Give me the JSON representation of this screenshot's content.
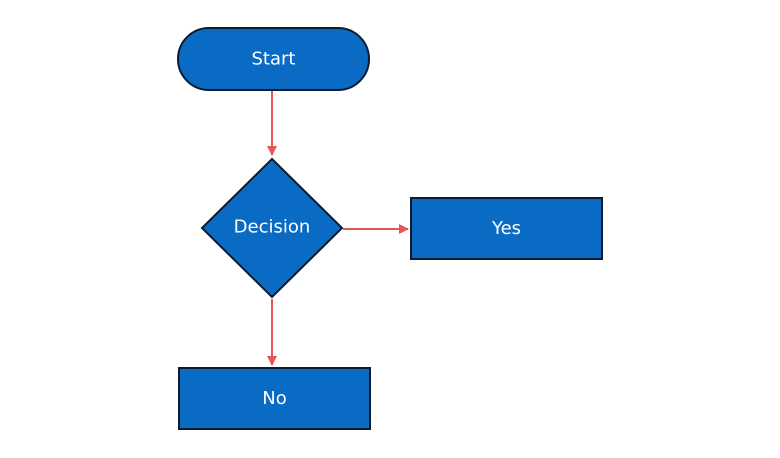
{
  "diagram": {
    "nodes": {
      "start": {
        "label": "Start",
        "shape": "terminator"
      },
      "decision": {
        "label": "Decision",
        "shape": "diamond"
      },
      "yes": {
        "label": "Yes",
        "shape": "rectangle"
      },
      "no": {
        "label": "No",
        "shape": "rectangle"
      }
    },
    "edges": [
      {
        "from": "start",
        "to": "decision"
      },
      {
        "from": "decision",
        "to": "yes"
      },
      {
        "from": "decision",
        "to": "no"
      }
    ]
  },
  "colors": {
    "node_fill": "#0a6bc4",
    "node_stroke": "#0c1b2e",
    "edge": "#e85555",
    "label": "#ffffff"
  }
}
